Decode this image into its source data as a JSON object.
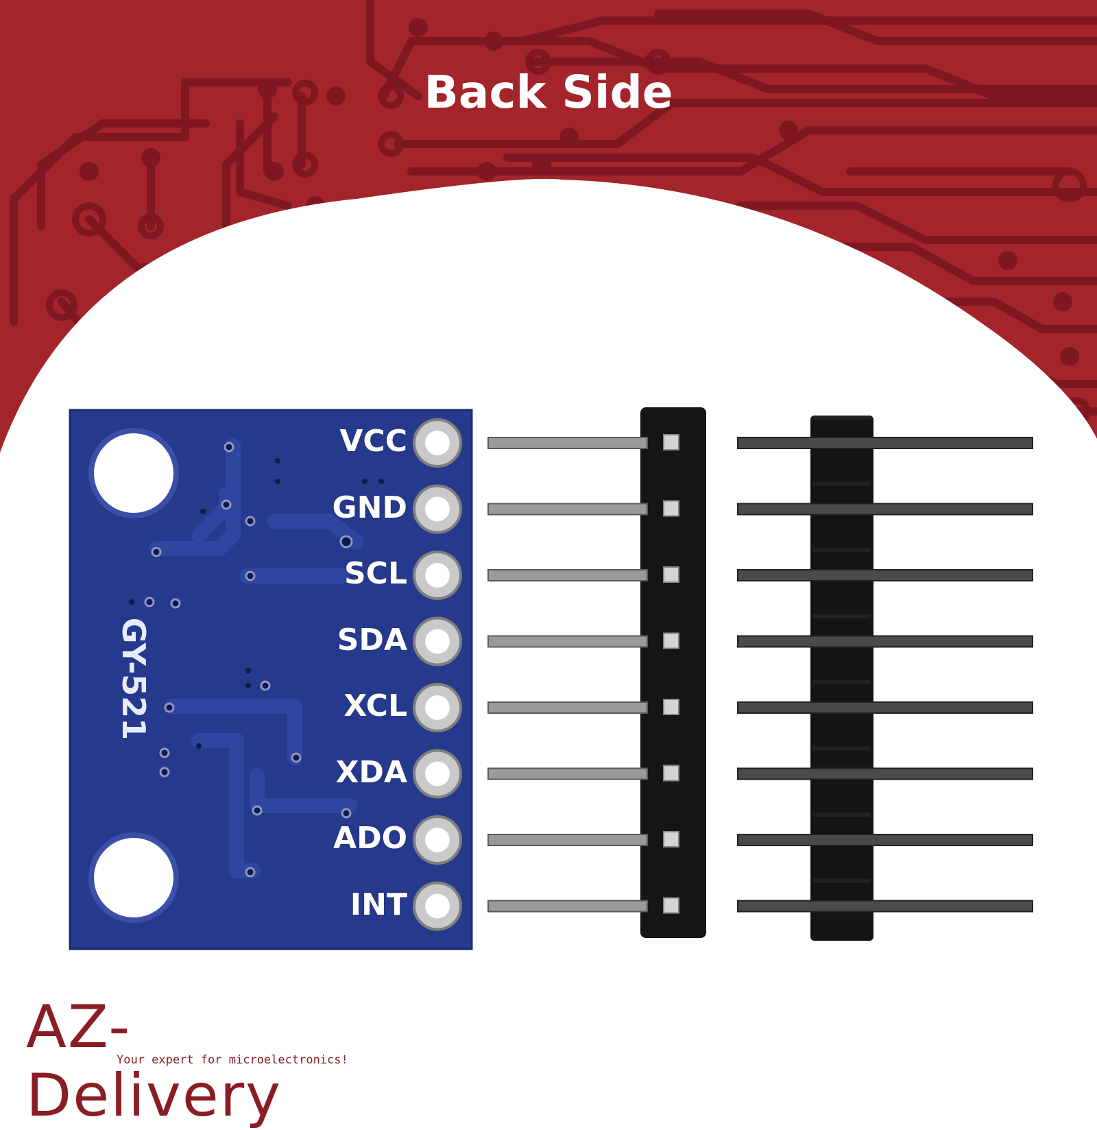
{
  "title": "Back Side",
  "board": {
    "model_label": "GY-521",
    "pins": [
      "VCC",
      "GND",
      "SCL",
      "SDA",
      "XCL",
      "XDA",
      "ADO",
      "INT"
    ]
  },
  "logo": {
    "name": "AZ-Delivery",
    "tagline": "Your expert for microelectronics!"
  },
  "colors": {
    "background_red": "#a3242b",
    "circuit_trace": "#7e1720",
    "pcb_blue": "#23368a",
    "brand": "#8a1c24"
  }
}
